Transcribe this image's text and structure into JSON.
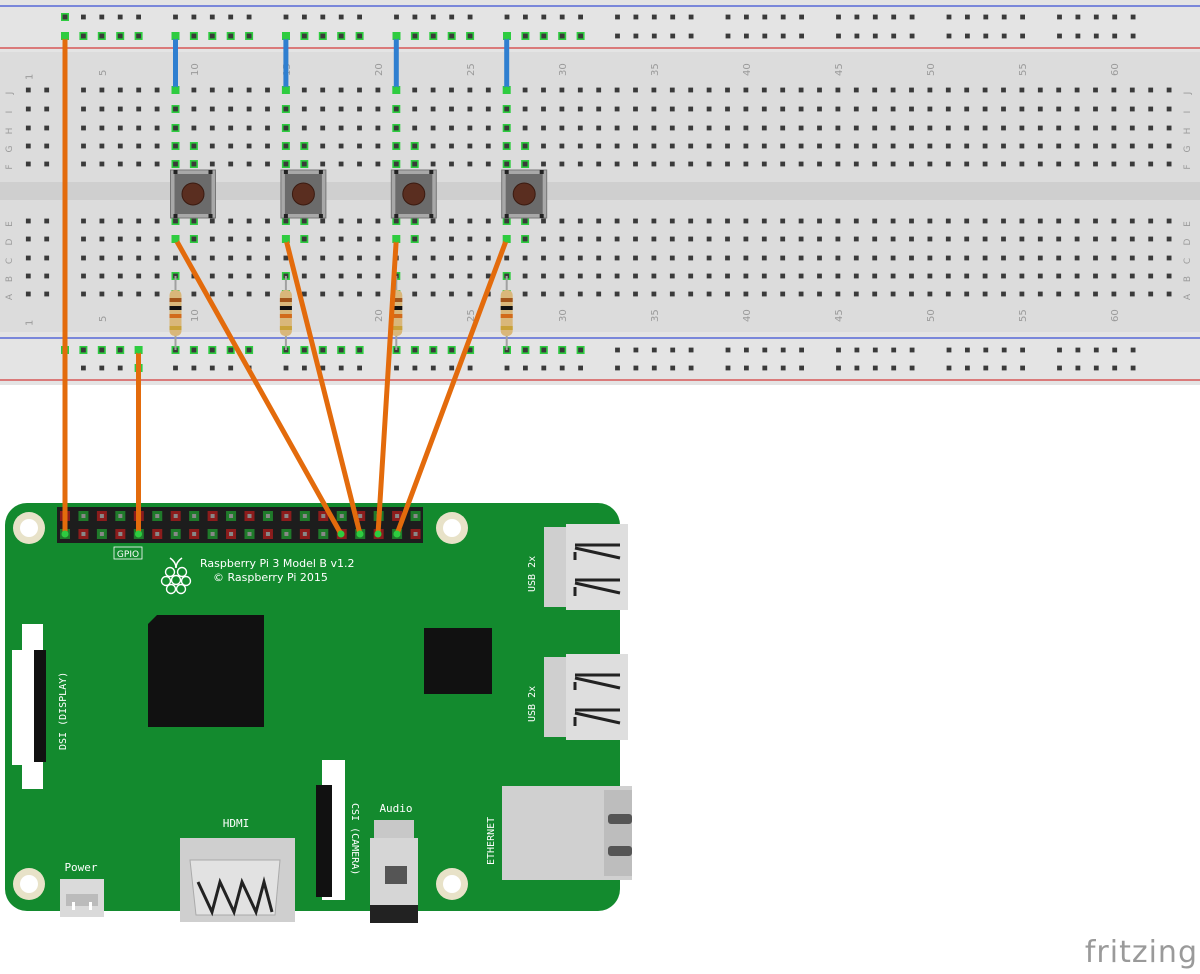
{
  "breadboard": {
    "column_numbers": [
      "1",
      "5",
      "10",
      "15",
      "20",
      "25",
      "30",
      "35",
      "40",
      "45",
      "50",
      "55",
      "60"
    ],
    "top_row_letters": [
      "J",
      "I",
      "H",
      "G",
      "F"
    ],
    "bottom_row_letters": [
      "E",
      "D",
      "C",
      "B",
      "A"
    ]
  },
  "board": {
    "title": "Raspberry Pi 3 Model B v1.2",
    "copyright": "© Raspberry Pi 2015",
    "gpio_label": "GPIO",
    "usb_label_1": "USB 2x",
    "usb_label_2": "USB 2x",
    "ethernet_label": "ETHERNET",
    "dsi_label": "DSI (DISPLAY)",
    "csi_label": "CSI (CAMERA)",
    "hdmi_label": "HDMI",
    "power_label": "Power",
    "audio_label": "Audio"
  },
  "brand": {
    "logo_text": "fritzing"
  },
  "colors": {
    "board_green": "#138a2e",
    "breadboard": "#e4e4e4",
    "wire_orange": "#e36b0c",
    "wire_blue": "#2f7fd0",
    "rail_red": "#d43b3b",
    "rail_blue": "#3b4fd4",
    "hole_green": "#2ecc40"
  },
  "buttons_count": 4
}
